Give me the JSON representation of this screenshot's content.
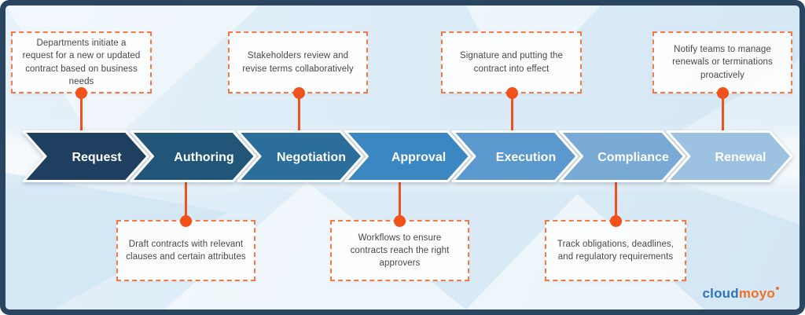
{
  "stages": [
    {
      "label": "Request",
      "color": "#1e3f5f",
      "note": "Departments initiate a request for a new or updated contract based on business needs",
      "note_position": "top"
    },
    {
      "label": "Authoring",
      "color": "#215679",
      "note": "Draft contracts with relevant clauses and certain attributes",
      "note_position": "bottom"
    },
    {
      "label": "Negotiation",
      "color": "#2b6d9b",
      "note": "Stakeholders review and revise terms collaboratively",
      "note_position": "top"
    },
    {
      "label": "Approval",
      "color": "#3a87c2",
      "note": "Workflows to ensure contracts reach the right approvers",
      "note_position": "bottom"
    },
    {
      "label": "Execution",
      "color": "#5b98cd",
      "note": "Signature and putting the contract into effect",
      "note_position": "top"
    },
    {
      "label": "Compliance",
      "color": "#79aad6",
      "note": "Track obligations, deadlines, and regulatory requirements",
      "note_position": "bottom"
    },
    {
      "label": "Renewal",
      "color": "#9dc2e1",
      "note": "Notify teams to manage renewals or terminations proactively",
      "note_position": "top"
    }
  ],
  "accent": {
    "connector_orange": "#f1511b",
    "dash_orange": "#f37a45",
    "frame_navy": "#2a455f"
  },
  "logo": {
    "part1": "cloud",
    "part2": "moyo"
  }
}
